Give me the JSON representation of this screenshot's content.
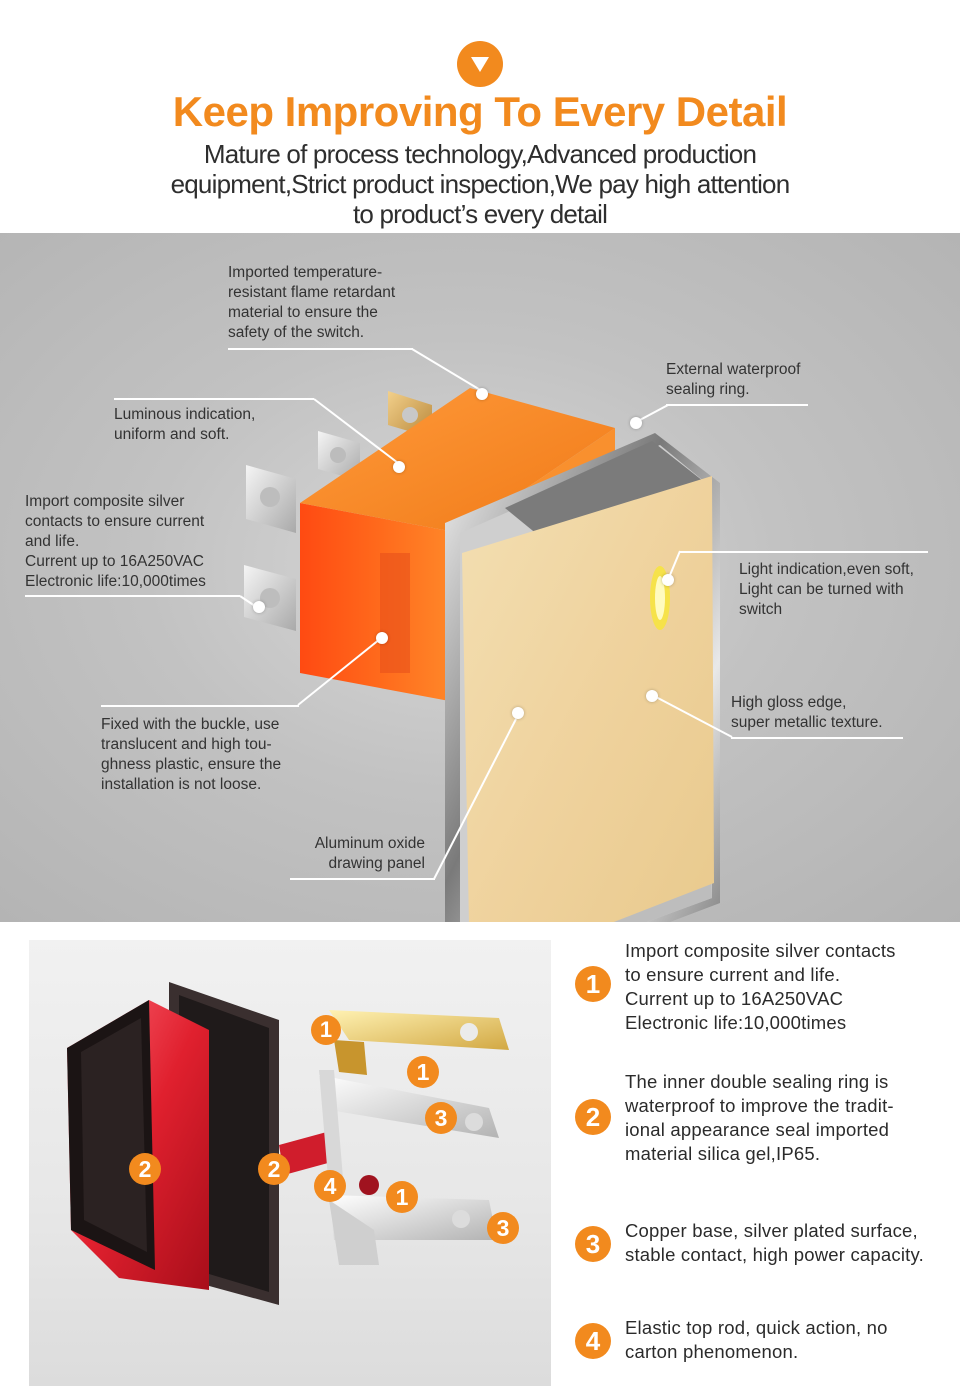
{
  "header": {
    "title": "Keep Improving To Every Detail",
    "subtitle_lines": [
      "Mature of process technology,Advanced production",
      "equipment,Strict product inspection,We pay high attention",
      "to product’s every detail"
    ]
  },
  "colors": {
    "accent": "#f28a1e",
    "panel_gray": "#c2c2c2"
  },
  "callouts": [
    {
      "lines": [
        "Imported temperature-",
        "resistant flame retardant",
        "material to ensure the",
        "safety of the switch."
      ]
    },
    {
      "lines": [
        "External waterproof",
        "sealing ring."
      ]
    },
    {
      "lines": [
        "Luminous indication,",
        "uniform and soft."
      ]
    },
    {
      "lines": [
        "Import composite silver",
        "contacts to ensure current",
        "and life.",
        "Current up to 16A250VAC",
        "Electronic life:10,000times"
      ]
    },
    {
      "lines": [
        "Light indication,even soft,",
        "Light can be turned with",
        "switch"
      ]
    },
    {
      "lines": [
        "High gloss edge,",
        "super metallic texture."
      ]
    },
    {
      "lines": [
        "Fixed with the buckle, use",
        "translucent and high tou-",
        "ghness plastic, ensure the",
        "installation is not loose."
      ]
    },
    {
      "lines": [
        "Aluminum oxide",
        "drawing panel"
      ]
    }
  ],
  "exploded_labels": [
    "1",
    "1",
    "3",
    "2",
    "2",
    "4",
    "1",
    "3"
  ],
  "features": [
    {
      "number": "1",
      "lines": [
        "Import composite silver contacts",
        "to ensure current and life.",
        "Current up to 16A250VAC",
        "Electronic life:10,000times"
      ]
    },
    {
      "number": "2",
      "lines": [
        "The inner double sealing ring is",
        "waterproof to improve the tradit-",
        "ional appearance seal imported",
        "material silica gel,IP65."
      ]
    },
    {
      "number": "3",
      "lines": [
        "Copper base, silver plated surface,",
        "stable contact, high power capacity."
      ]
    },
    {
      "number": "4",
      "lines": [
        "Elastic top rod, quick action, no",
        "carton phenomenon."
      ]
    }
  ]
}
